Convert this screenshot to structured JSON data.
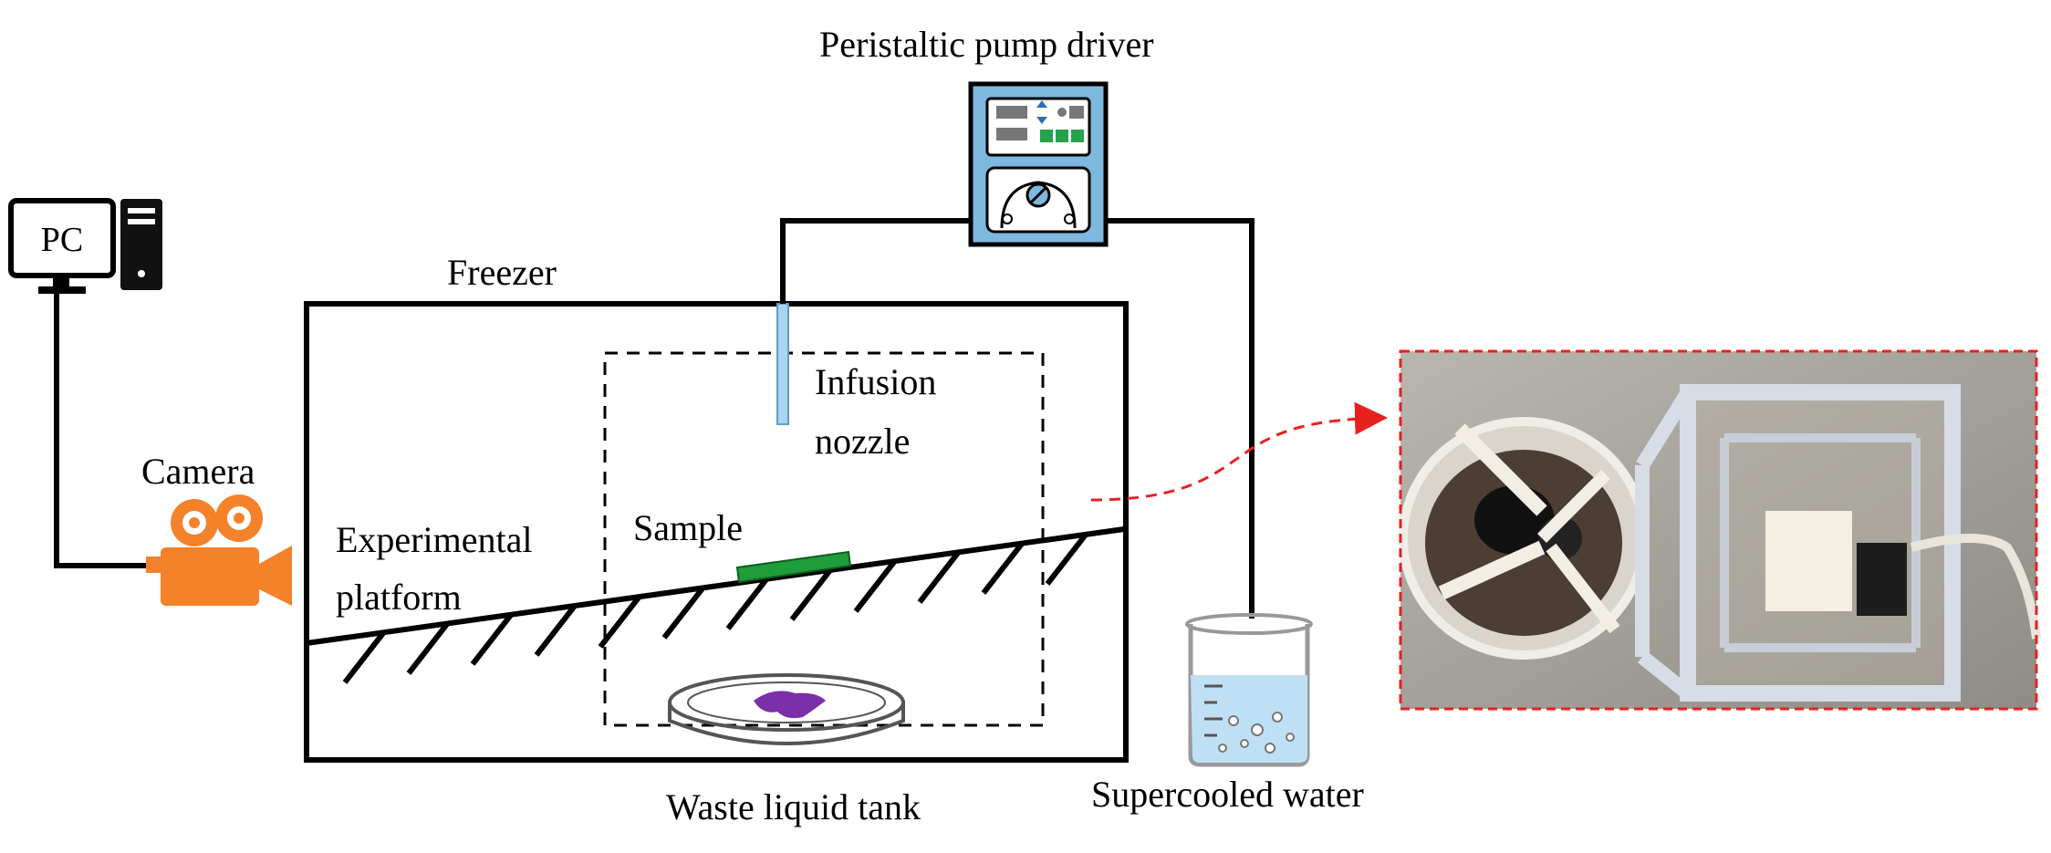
{
  "labels": {
    "pump": "Peristaltic pump driver",
    "pc": "PC",
    "freezer": "Freezer",
    "camera": "Camera",
    "infusion_line1": "Infusion",
    "infusion_line2": "nozzle",
    "sample": "Sample",
    "platform_line1": "Experimental",
    "platform_line2": "platform",
    "waste": "Waste liquid tank",
    "water": "Supercooled water"
  },
  "colors": {
    "camera": "#f4822a",
    "sample": "#1f9d3a",
    "nozzle": "#a9d3ee",
    "pump_body": "#7fb8de",
    "waste_blob": "#7b2fa8",
    "callout_arrow": "#e8211f"
  },
  "icons": [
    "pc-monitor-icon",
    "pc-tower-icon",
    "video-camera-icon",
    "peristaltic-pump-icon",
    "beaker-icon",
    "petri-dish-icon"
  ]
}
